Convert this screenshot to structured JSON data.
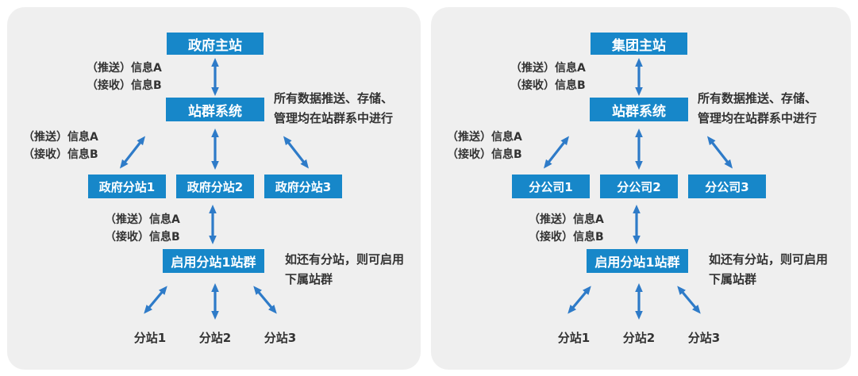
{
  "colors": {
    "box_blue": "#1787c9",
    "arrow_blue": "#2e7bc8",
    "panel_bg": "#efefef",
    "text_color": "#333333"
  },
  "panels": [
    {
      "name": "government-site-cluster",
      "top_box": "政府主站",
      "hub_box": "站群系统",
      "push_line": "（推送）信息A",
      "receive_line": "（接收）信息B",
      "hub_note": [
        "所有数据推送、存储、",
        "管理均在站群系中进行"
      ],
      "branch_boxes": [
        "政府分站1",
        "政府分站2",
        "政府分站3"
      ],
      "enable_box": "启用分站1站群",
      "enable_note": [
        "如还有分站，则可启用",
        "下属站群"
      ],
      "leaf_labels": [
        "分站1",
        "分站2",
        "分站3"
      ]
    },
    {
      "name": "group-site-cluster",
      "top_box": "集团主站",
      "hub_box": "站群系统",
      "push_line": "（推送）信息A",
      "receive_line": "（接收）信息B",
      "hub_note": [
        "所有数据推送、存储、",
        "管理均在站群系中进行"
      ],
      "branch_boxes": [
        "分公司1",
        "分公司2",
        "分公司3"
      ],
      "enable_box": "启用分站1站群",
      "enable_note": [
        "如还有分站，则可启用",
        "下属站群"
      ],
      "leaf_labels": [
        "分站1",
        "分站2",
        "分站3"
      ]
    }
  ]
}
